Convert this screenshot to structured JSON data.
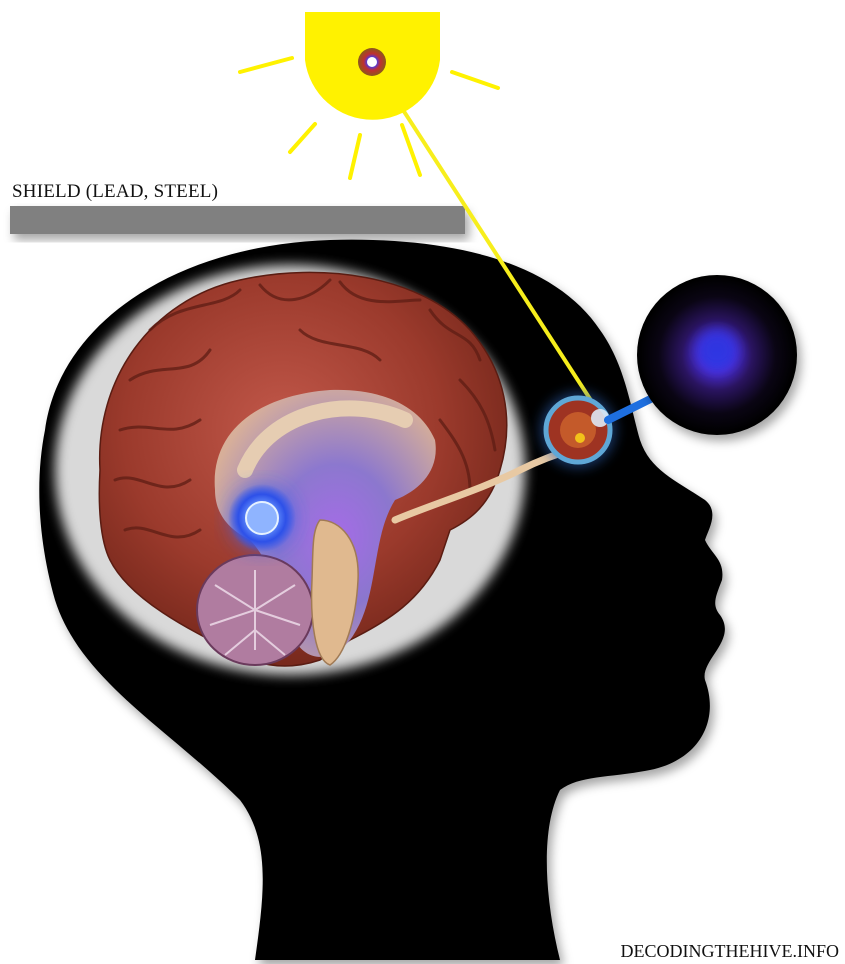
{
  "labels": {
    "shield": "SHIELD (LEAD, STEEL)",
    "credit": "DECODINGTHEHIVE.INFO"
  },
  "colors": {
    "background": "#ffffff",
    "head": "#000000",
    "sun": "#fff200",
    "light_ray": "#f7ee1c",
    "shield": "#808080",
    "brain": "#9b3a2c",
    "pineal_glow": "#3b63ff",
    "vision_arrow": "#1e6fe0",
    "third_eye_orb": "#3a1f8a"
  },
  "icons": {
    "sun": "sun-icon",
    "eye": "eye-icon",
    "brain": "brain-illustration",
    "pineal": "pineal-gland-glow",
    "orb": "dark-orb-icon",
    "arrow": "arrow-icon"
  }
}
